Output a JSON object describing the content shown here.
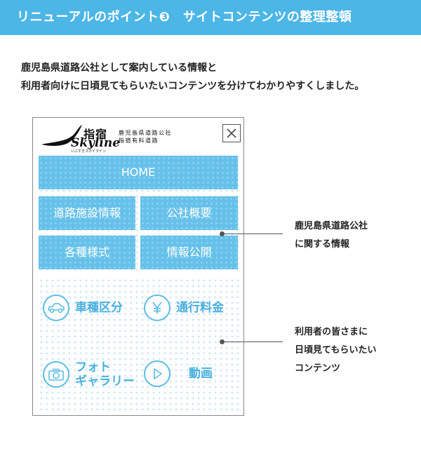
{
  "banner": {
    "title": "リニューアルのポイント❸　サイトコンテンツの整理整頓"
  },
  "intro": {
    "line1": "鹿児島県道路公社として案内している情報と",
    "line2": "利用者向けに日頃見てもらいたいコンテンツを分けてわかりやすくしました。"
  },
  "phone": {
    "logo": {
      "kanji": "指宿",
      "script": "Skyline",
      "tagline": "いぶすきスカイライン",
      "org_line1": "鹿児島県道路公社",
      "org_line2": "指宿有料道路"
    },
    "menu": {
      "home": "HOME",
      "road_facility": "道路施設情報",
      "corp_overview": "公社概要",
      "forms": "各種様式",
      "disclosure": "情報公開"
    },
    "links": {
      "vehicle_class": "車種区分",
      "toll": "通行料金",
      "photo_line1": "フォト",
      "photo_line2": "ギャラリー",
      "video": "動画"
    }
  },
  "callouts": {
    "corp": {
      "line1": "鹿児島県道路公社",
      "line2": "に関する情報"
    },
    "users": {
      "line1": "利用者の皆さまに",
      "line2": "日頃見てもらいたい",
      "line3": "コンテンツ"
    }
  },
  "colors": {
    "banner": "#4cb6e6",
    "button": "#66c1ea",
    "accent": "#4aafe0"
  }
}
